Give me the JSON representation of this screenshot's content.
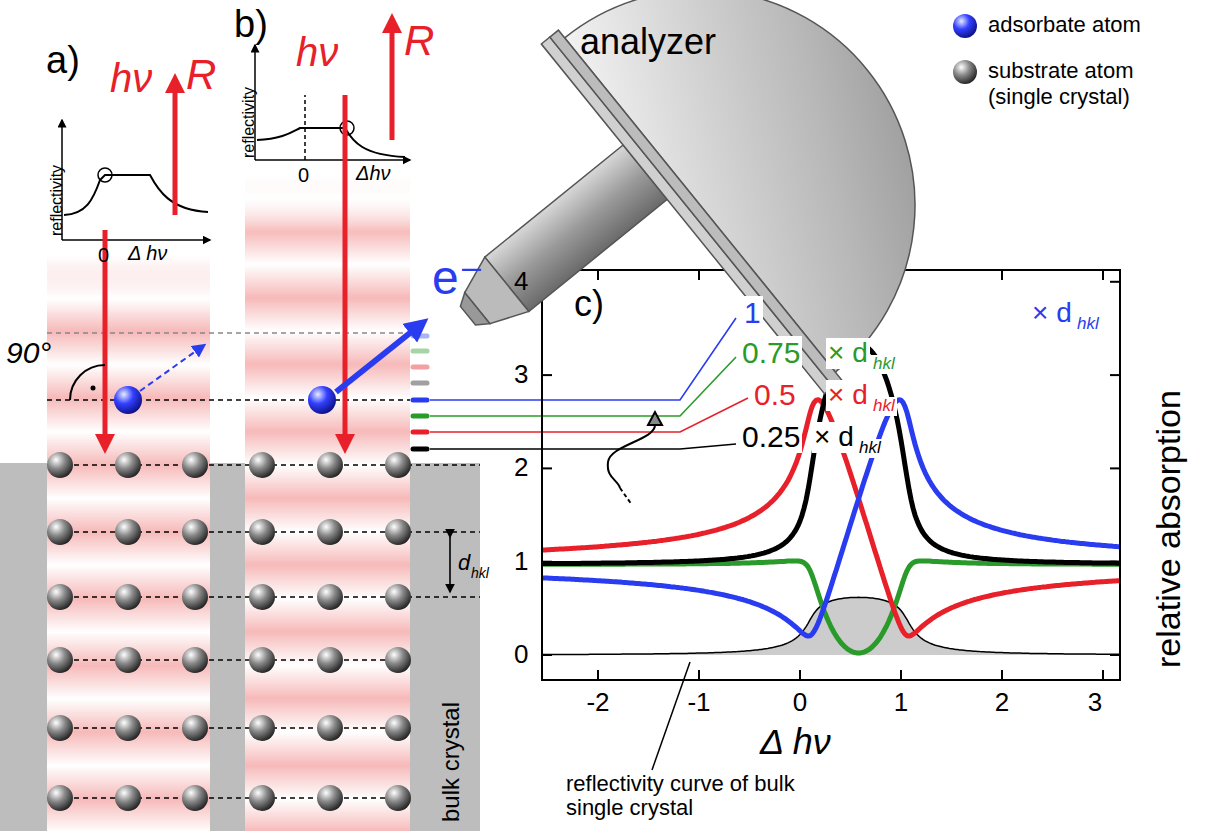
{
  "diagram": {
    "labels": [
      "a)",
      "b)",
      "hν",
      "R",
      "hν",
      "R",
      "reflectivity",
      "0",
      "Δ hν",
      "reflectivity",
      "0",
      "Δhν",
      "90°",
      "analyzer",
      "e⁻",
      "d",
      "hkl",
      "bulk crystal",
      "c)",
      "1",
      "× d",
      "hkl",
      "0.75",
      "× d",
      "hkl",
      "0.5",
      "× d",
      "hkl",
      "0.25",
      "× d",
      "hkl",
      "-2",
      "-1",
      "0",
      "1",
      "2",
      "3",
      "0",
      "1",
      "2",
      "3",
      "4",
      "Δ hν",
      "relative absorption",
      "reflectivity curve of bulk single crystal"
    ],
    "legend": [
      {
        "text": "adsorbate atom"
      },
      {
        "text": "substrate atom (single crystal)"
      }
    ]
  }
}
